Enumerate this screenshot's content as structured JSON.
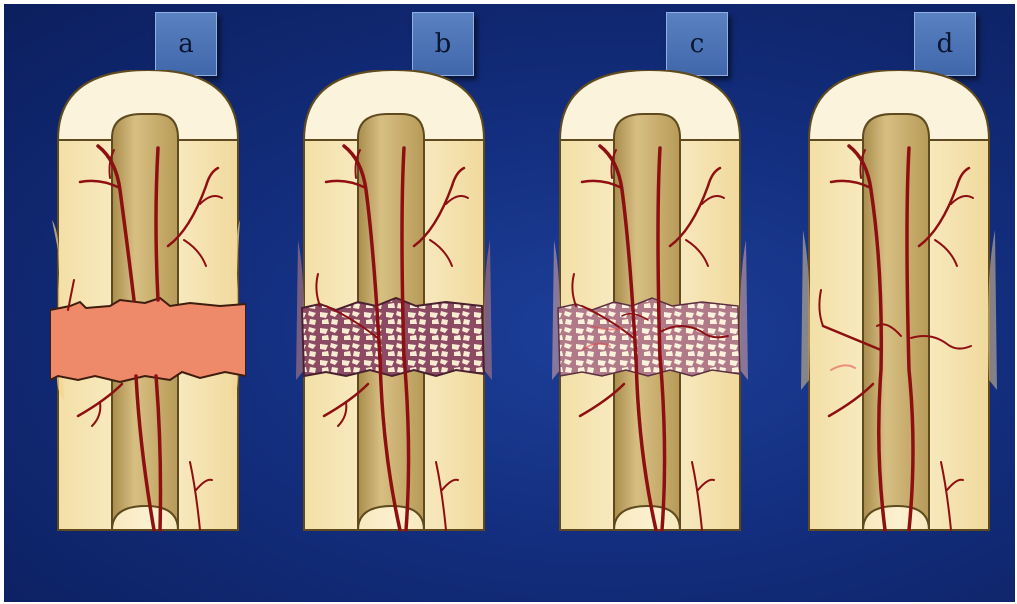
{
  "panels": [
    {
      "label": "a",
      "stage": "hematoma"
    },
    {
      "label": "b",
      "stage": "soft-callus"
    },
    {
      "label": "c",
      "stage": "hard-callus"
    },
    {
      "label": "d",
      "stage": "remodeled"
    }
  ],
  "colors": {
    "background": "#132e7e",
    "label_box": "#4a72b5",
    "bone_cortex": "#f6e8b8",
    "cartilage_cap": "#fbf3dc",
    "marrow": "#c7ad6c",
    "outline": "#5e4a1e",
    "vessel": "#a3151a",
    "hematoma": "#ee8a6a",
    "callus": "#8c4a63"
  }
}
